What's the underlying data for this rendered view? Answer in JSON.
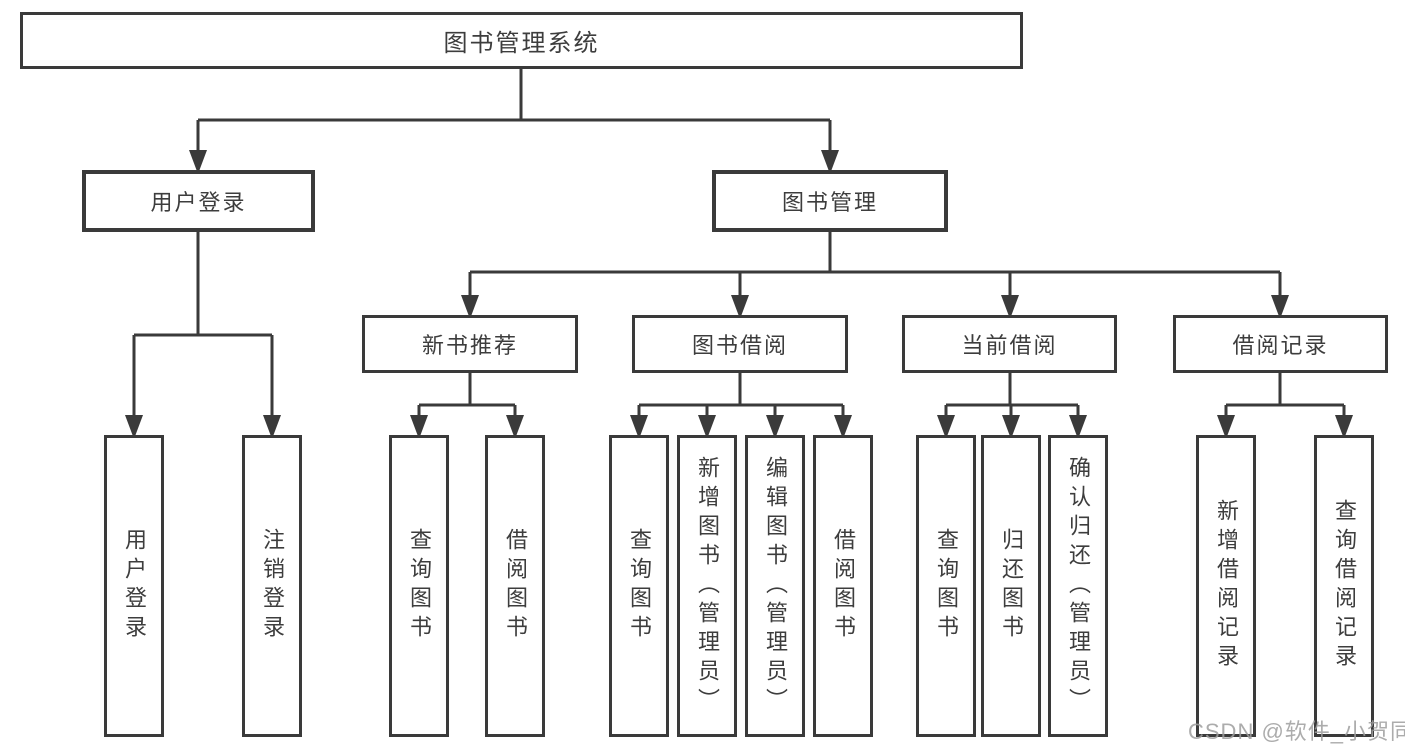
{
  "diagram": {
    "root": {
      "label": "图书管理系统"
    },
    "level2": [
      {
        "label": "用户登录"
      },
      {
        "label": "图书管理"
      }
    ],
    "level3": [
      {
        "label": "新书推荐",
        "parent": "图书管理"
      },
      {
        "label": "图书借阅",
        "parent": "图书管理"
      },
      {
        "label": "当前借阅",
        "parent": "图书管理"
      },
      {
        "label": "借阅记录",
        "parent": "图书管理"
      }
    ],
    "leaves": [
      {
        "label": "用户登录",
        "parent": "用户登录"
      },
      {
        "label": "注销登录",
        "parent": "用户登录"
      },
      {
        "label": "查询图书",
        "parent": "新书推荐"
      },
      {
        "label": "借阅图书",
        "parent": "新书推荐"
      },
      {
        "label": "查询图书",
        "parent": "图书借阅"
      },
      {
        "label": "新增图书（管理员）",
        "parent": "图书借阅"
      },
      {
        "label": "编辑图书（管理员）",
        "parent": "图书借阅"
      },
      {
        "label": "借阅图书",
        "parent": "图书借阅"
      },
      {
        "label": "查询图书",
        "parent": "当前借阅"
      },
      {
        "label": "归还图书",
        "parent": "当前借阅"
      },
      {
        "label": "确认归还（管理员）",
        "parent": "当前借阅"
      },
      {
        "label": "新增借阅记录",
        "parent": "借阅记录"
      },
      {
        "label": "查询借阅记录",
        "parent": "借阅记录"
      }
    ]
  },
  "watermark": {
    "text": "CSDN @软件_小贺同学"
  },
  "colors": {
    "line": "#3a3a3a",
    "text": "#3d3d3d",
    "background": "#ffffff",
    "watermark": "#9e9e9e"
  }
}
